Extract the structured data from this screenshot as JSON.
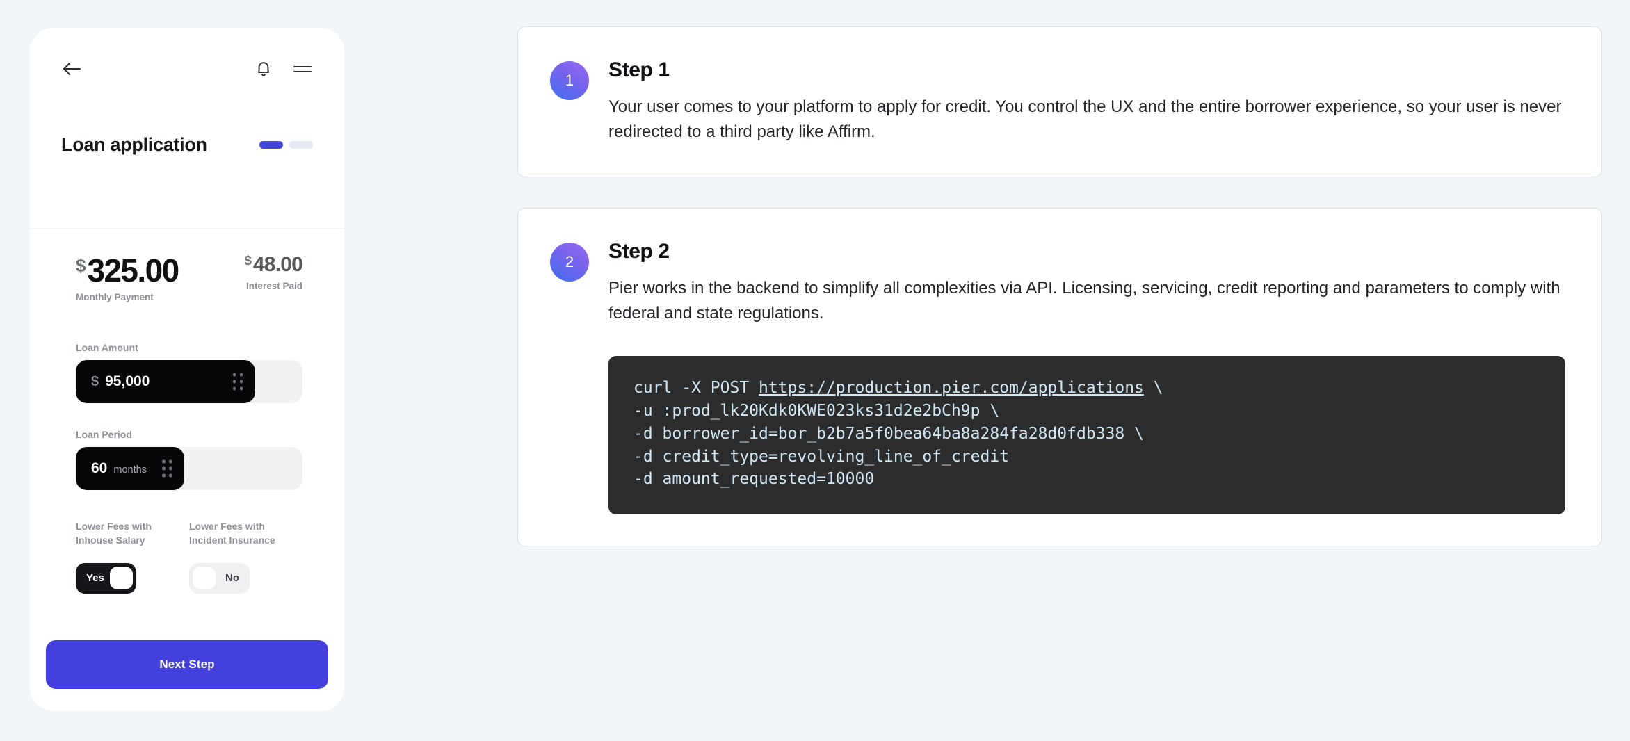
{
  "colors": {
    "page_background": "#f2f6f9",
    "accent_blue": "#4340dd",
    "badge_gradient_start": "#9a6bf0",
    "badge_gradient_end": "#3f6ef0",
    "slider_fill": "#07070a",
    "code_background": "#2b2c2b",
    "code_text": "#cfe6f2"
  },
  "phone": {
    "nav": {
      "back_icon": "arrow-left-icon",
      "bell_icon": "bell-icon",
      "menu_icon": "hamburger-menu-icon"
    },
    "title": "Loan application",
    "progress": {
      "steps": 2,
      "current": 1,
      "active_color": "#4345d9",
      "inactive_color": "#e6e7f5"
    },
    "amounts": [
      {
        "currency": "$",
        "value": "325.00",
        "label": "Monthly Payment"
      },
      {
        "currency": "$",
        "value": "48.00",
        "label": "Interest Paid"
      }
    ],
    "sliders": [
      {
        "label": "Loan Amount",
        "prefix": "$",
        "value": "95,000",
        "unit": "",
        "fill_percent": 79
      },
      {
        "label": "Loan Period",
        "prefix": "",
        "value": "60",
        "unit": "months",
        "fill_percent": 48
      }
    ],
    "toggles": [
      {
        "caption": "Lower Fees with Inhouse Salary",
        "state_label": "Yes",
        "on": true
      },
      {
        "caption": "Lower Fees with Incident Insurance",
        "state_label": "No",
        "on": false
      }
    ],
    "primary_button": "Next Step"
  },
  "steps": [
    {
      "badge": "1",
      "title": "Step 1",
      "text": "Your user comes to your platform to apply for credit. You control the UX and the entire borrower experience, so your user is never redirected to a third party like Affirm."
    },
    {
      "badge": "2",
      "title": "Step 2",
      "text": "Pier works in the backend to simplify all complexities via API. Licensing, servicing, credit reporting and parameters to comply with federal and state regulations.",
      "code": {
        "line1_prefix": "curl -X POST ",
        "line1_url": "https://production.pier.com/applications",
        "line1_suffix": " \\",
        "line2": "-u :prod_lk20Kdk0KWE023ks31d2e2bCh9p \\",
        "line3": "-d borrower_id=bor_b2b7a5f0bea64ba8a284fa28d0fdb338 \\",
        "line4": "-d credit_type=revolving_line_of_credit",
        "line5": "-d amount_requested=10000"
      }
    }
  ]
}
